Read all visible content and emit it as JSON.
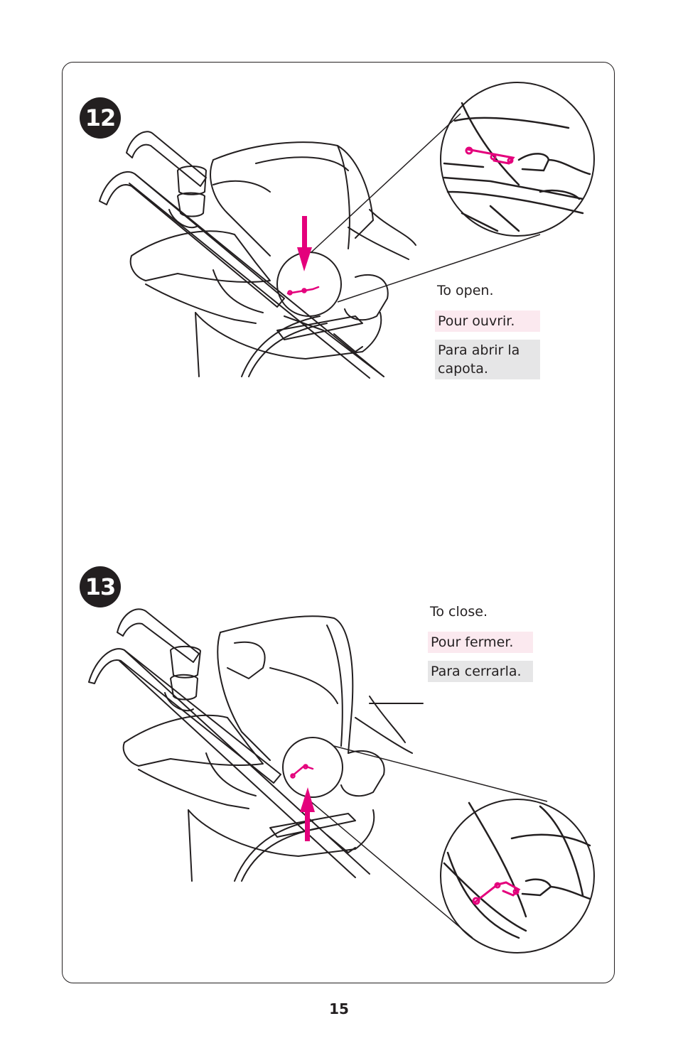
{
  "steps": [
    {
      "number": "12",
      "captions": {
        "en": "To open.",
        "fr": "Pour ouvrir.",
        "es": "Para abrir la capota."
      },
      "arrow_direction": "down"
    },
    {
      "number": "13",
      "captions": {
        "en": "To close.",
        "fr": "Pour fermer.",
        "es": "Para cerrarla."
      },
      "arrow_direction": "up"
    }
  ],
  "page_number": "15",
  "colors": {
    "accent": "#e4007c",
    "line": "#231f20",
    "fr_highlight": "#fbe9ef",
    "es_highlight": "#e6e6e7"
  }
}
